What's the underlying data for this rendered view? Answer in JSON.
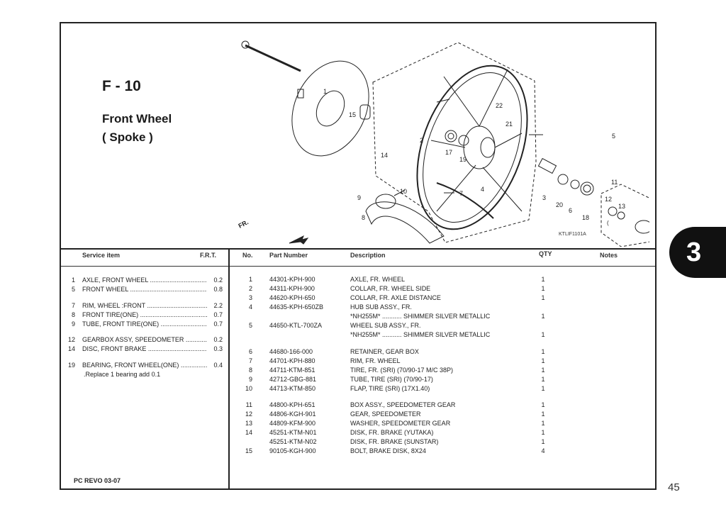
{
  "section": {
    "title": "F - 10",
    "subtitle_line1": "Front Wheel",
    "subtitle_line2": "( Spoke )"
  },
  "diagram": {
    "code": "KTLIF1101A",
    "fr_arrow": "FR.",
    "stray_mark": "(",
    "callouts": [
      "1",
      "15",
      "14",
      "2",
      "22",
      "21",
      "5",
      "17",
      "19",
      "4",
      "10",
      "7",
      "9",
      "8",
      "3",
      "20",
      "6",
      "18",
      "11",
      "12",
      "13"
    ]
  },
  "service_table": {
    "headers": {
      "item": "Service item",
      "frt": "F.R.T."
    },
    "rows": [
      {
        "no": "1",
        "label": "AXLE, FRONT WHEEL",
        "frt": "0.2"
      },
      {
        "no": "5",
        "label": "FRONT WHEEL",
        "frt": "0.8"
      },
      {
        "no": "7",
        "label": "RIM, WHEEL :FRONT",
        "frt": "2.2"
      },
      {
        "no": "8",
        "label": "FRONT TIRE(ONE)",
        "frt": "0.7"
      },
      {
        "no": "9",
        "label": "TUBE, FRONT TIRE(ONE)",
        "frt": "0.7"
      },
      {
        "no": "12",
        "label": "GEARBOX ASSY, SPEEDOMETER",
        "frt": "0.2"
      },
      {
        "no": "14",
        "label": "DISC, FRONT BRAKE",
        "frt": "0.3"
      },
      {
        "no": "19",
        "label": "BEARING, FRONT WHEEL(ONE)",
        "frt": "0.4"
      }
    ],
    "note": ".Replace 1 bearing add  0.1"
  },
  "parts_table": {
    "headers": {
      "no": "No.",
      "part_number": "Part Number",
      "description": "Description",
      "qty": "QTY",
      "notes": "Notes"
    },
    "rows": [
      {
        "no": "1",
        "pn": "44301-KPH-900",
        "desc": "AXLE, FR. WHEEL",
        "qty": "1"
      },
      {
        "no": "2",
        "pn": "44311-KPH-900",
        "desc": "COLLAR, FR. WHEEL SIDE",
        "qty": "1"
      },
      {
        "no": "3",
        "pn": "44620-KPH-650",
        "desc": "COLLAR, FR. AXLE DISTANCE",
        "qty": "1"
      },
      {
        "no": "4",
        "pn": "44635-KPH-650ZB",
        "desc": "HUB SUB ASSY., FR.",
        "qty": ""
      },
      {
        "no": "",
        "pn": "",
        "desc": "*NH255M* ........... SHIMMER SILVER METALLIC",
        "qty": "1"
      },
      {
        "no": "5",
        "pn": "44650-KTL-700ZA",
        "desc": "WHEEL SUB ASSY., FR.",
        "qty": ""
      },
      {
        "no": "",
        "pn": "",
        "desc": "*NH255M* ........... SHIMMER SILVER METALLIC",
        "qty": "1"
      },
      {
        "no": "6",
        "pn": "44680-166-000",
        "desc": "RETAINER, GEAR BOX",
        "qty": "1"
      },
      {
        "no": "7",
        "pn": "44701-KPH-880",
        "desc": "RIM, FR. WHEEL",
        "qty": "1"
      },
      {
        "no": "8",
        "pn": "44711-KTM-851",
        "desc": "TIRE, FR.  (SRI)     (70/90-17 M/C 38P)",
        "qty": "1"
      },
      {
        "no": "9",
        "pn": "42712-GBG-881",
        "desc": "TUBE, TIRE (SRI) (70/90-17)",
        "qty": "1"
      },
      {
        "no": "10",
        "pn": "44713-KTM-850",
        "desc": "FLAP, TIRE (SRI) (17X1.40)",
        "qty": "1"
      },
      {
        "no": "11",
        "pn": "44800-KPH-651",
        "desc": "BOX ASSY., SPEEDOMETER GEAR",
        "qty": "1"
      },
      {
        "no": "12",
        "pn": "44806-KGH-901",
        "desc": "GEAR, SPEEDOMETER",
        "qty": "1"
      },
      {
        "no": "13",
        "pn": "44809-KFM-900",
        "desc": "WASHER, SPEEDOMETER GEAR",
        "qty": "1"
      },
      {
        "no": "14",
        "pn": "45251-KTM-N01",
        "desc": "DISK, FR. BRAKE  (YUTAKA)",
        "qty": "1"
      },
      {
        "no": "",
        "pn": "45251-KTM-N02",
        "desc": "DISK, FR. BRAKE  (SUNSTAR)",
        "qty": "1"
      },
      {
        "no": "15",
        "pn": "90105-KGH-900",
        "desc": "BOLT, BRAKE DISK, 8X24",
        "qty": "4"
      }
    ]
  },
  "footer": {
    "model": "PC REVO   03-07"
  },
  "tab": {
    "chapter": "3"
  },
  "page": {
    "number": "45"
  }
}
